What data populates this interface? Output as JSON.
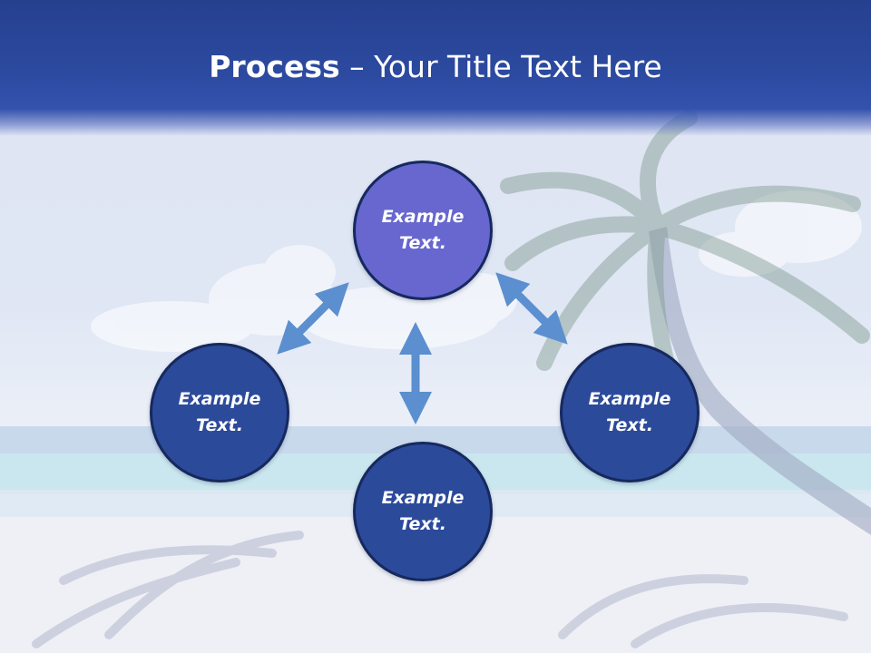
{
  "slide": {
    "title_bold": "Process",
    "title_rest": " – Your Title Text Here"
  },
  "diagram": {
    "nodes": [
      {
        "id": "top",
        "label": "Example\nText.",
        "color": "#6767cf"
      },
      {
        "id": "left",
        "label": "Example\nText.",
        "color": "#2c4a9a"
      },
      {
        "id": "right",
        "label": "Example\nText.",
        "color": "#2c4a9a"
      },
      {
        "id": "bottom",
        "label": "Example\nText.",
        "color": "#2c4a9a"
      }
    ],
    "arrow_color": "#5b8fcf",
    "background_theme": "tropical-beach"
  }
}
